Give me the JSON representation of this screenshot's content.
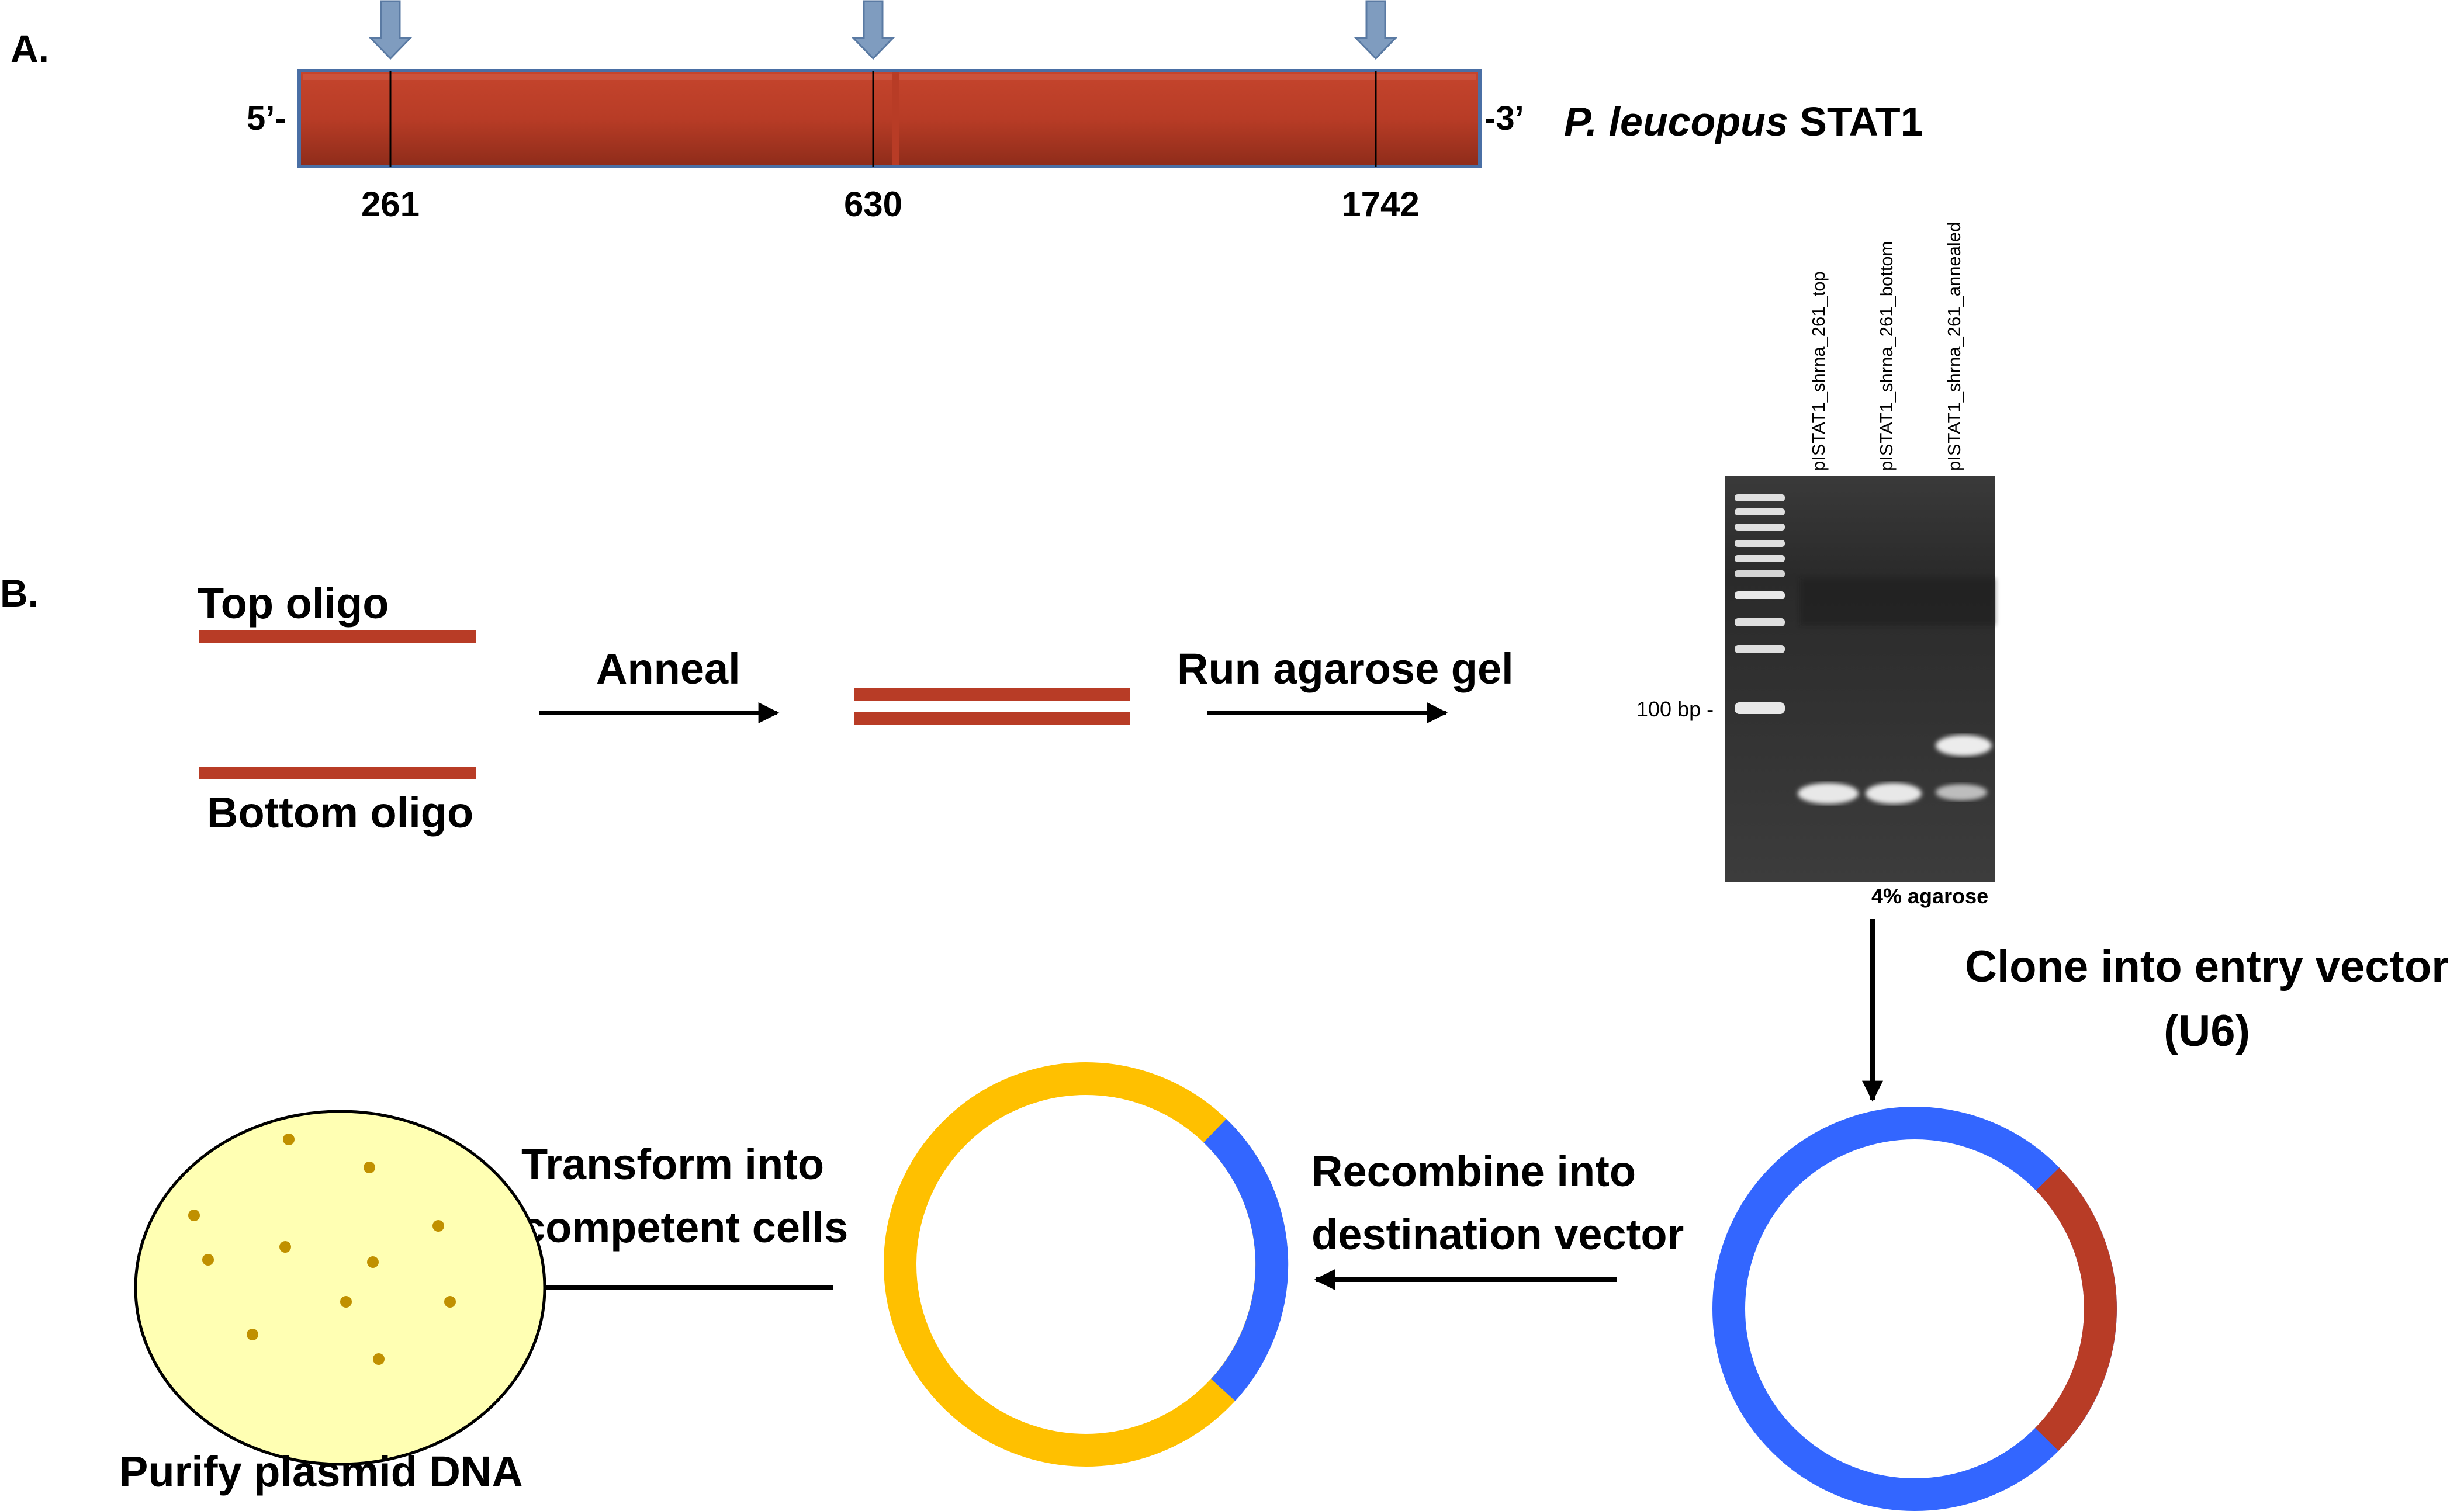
{
  "panel_a": {
    "label": "A.",
    "five_prime": "5’-",
    "three_prime": "-3’",
    "gene_name_italic": "P. leucopus",
    "gene_name_plain": " STAT1",
    "bar_color": "#b83c26",
    "arrow_color": "#7f9cbf",
    "positions": [
      "261",
      "630",
      "1742"
    ]
  },
  "panel_b": {
    "label": "B.",
    "top_oligo": "Top oligo",
    "bottom_oligo": "Bottom oligo",
    "anneal": "Anneal",
    "run_gel": "Run agarose gel",
    "gel": {
      "lanes": [
        "pISTAT1_shrna_261_top",
        "pISTAT1_shrna_261_bottom",
        "pISTAT1_shrna_261_annealed"
      ],
      "marker": "100 bp -",
      "agarose": "4% agarose"
    },
    "clone_line1": "Clone into entry vector",
    "clone_line2": "(U6)",
    "recombine_line1": "Recombine into",
    "recombine_line2": "destination vector",
    "transform_line1": "Transform into",
    "transform_line2": "competent cells",
    "purify": "Purify plasmid DNA",
    "colors": {
      "oligo": "#b83c26",
      "entry_backbone": "#3366ff",
      "entry_insert": "#b83c26",
      "dest_backbone": "#ffc000",
      "dest_insert": "#3366ff",
      "plate_fill": "#ffffb3",
      "colony": "#c09000"
    }
  }
}
